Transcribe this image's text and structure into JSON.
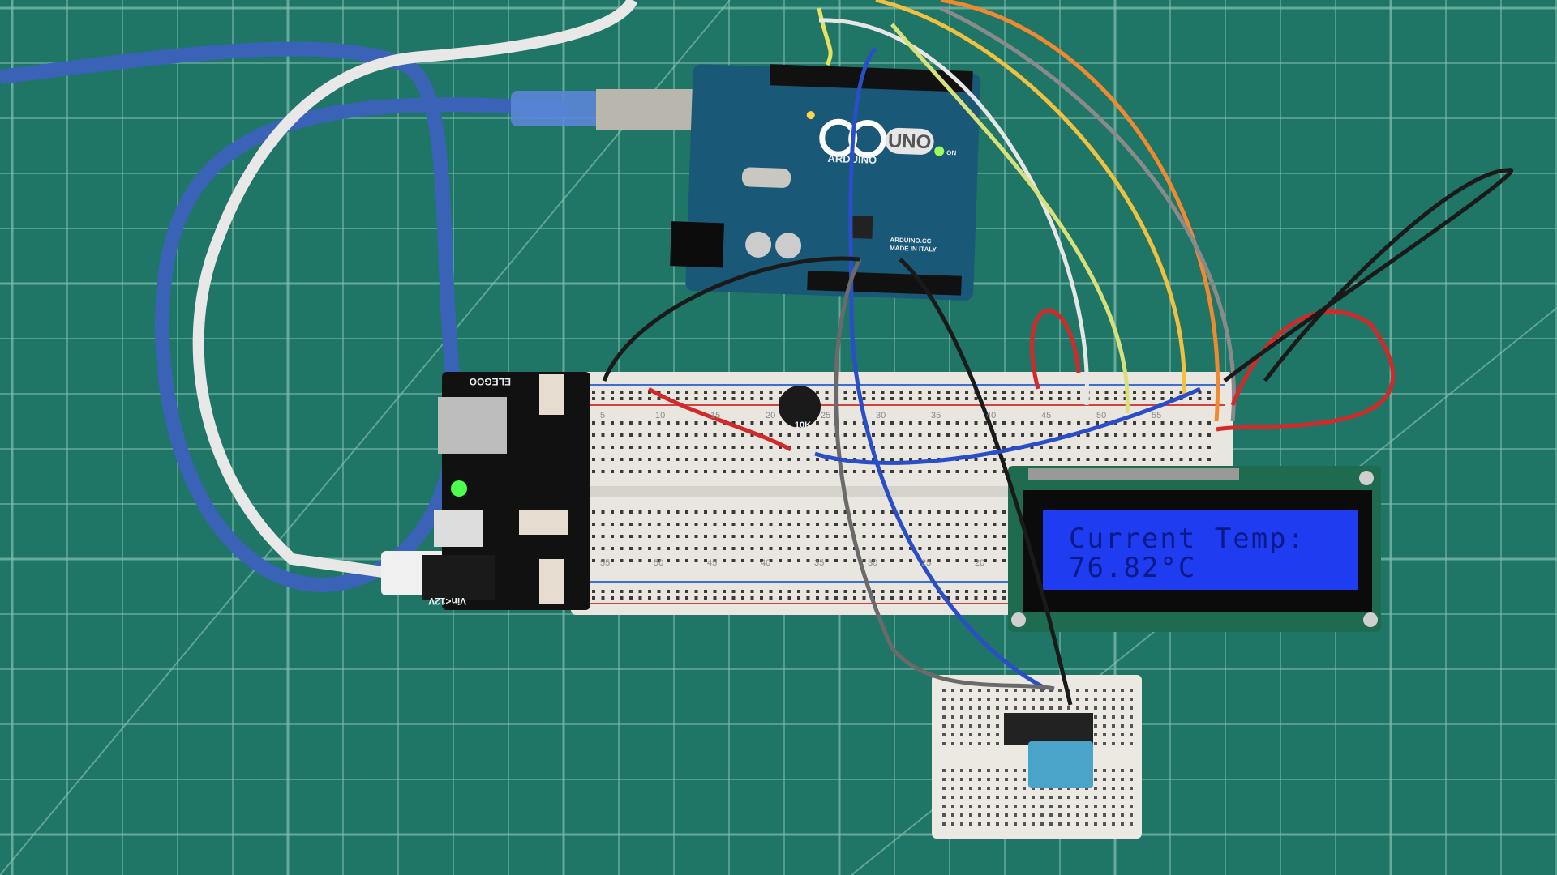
{
  "colors": {
    "mat": "#1f7566",
    "grid": "#7fbcae",
    "arduino": "#1a5878",
    "lcd_backlight": "#1f3cf0",
    "lcd_pcb": "#1e6b4f",
    "breadboard": "#e9e6df",
    "usb_cable": "#3a63b8",
    "dht_sensor": "#4aa3c8"
  },
  "lcd": {
    "line1": "Current Temp:",
    "line2": "76.82°C"
  },
  "arduino": {
    "brand": "ARDUINO",
    "model": "UNO",
    "site": "ARDUINO.CC",
    "made": "MADE IN ITALY",
    "led_label": "ON"
  },
  "power_module": {
    "brand": "ELEGOO",
    "input": "Vin<12V"
  },
  "potentiometer": {
    "label": "10K"
  },
  "breadboard": {
    "top_numbers": [
      "5",
      "10",
      "15",
      "20",
      "25",
      "30",
      "35",
      "40",
      "45",
      "50",
      "55"
    ],
    "bottom_numbers": [
      "55",
      "50",
      "45",
      "40",
      "35",
      "30",
      "25",
      "20"
    ]
  }
}
